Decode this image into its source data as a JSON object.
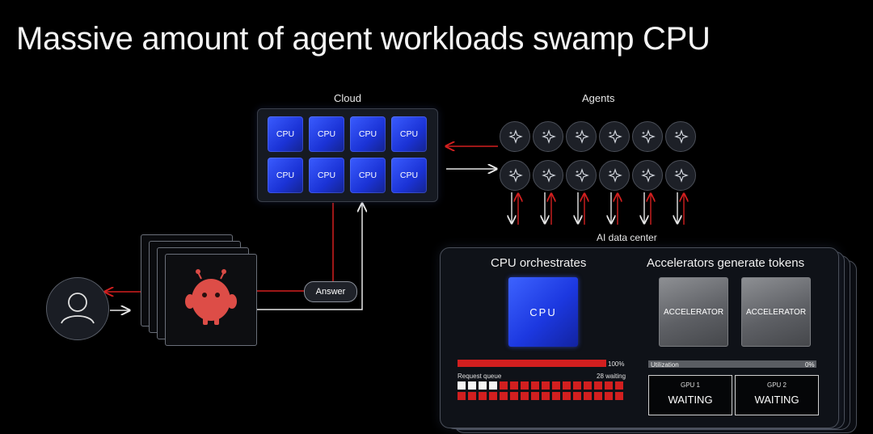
{
  "title": "Massive amount of agent workloads swamp CPU",
  "cloud": {
    "label": "Cloud",
    "chips": [
      "CPU",
      "CPU",
      "CPU",
      "CPU",
      "CPU",
      "CPU",
      "CPU",
      "CPU"
    ]
  },
  "agents": {
    "label": "Agents",
    "count": 12,
    "icon": "sparkle-icon"
  },
  "answer_label": "Answer",
  "bot_icon": "red-bot-icon",
  "user_icon": "user-icon",
  "datacenter": {
    "label": "AI data center",
    "cpu_heading": "CPU orchestrates",
    "cpu_chip": "CPU",
    "cpu_load_label": "100%",
    "cpu_load": 1.0,
    "queue_label": "Request queue",
    "queue_waiting": "28 waiting",
    "queue_total": 32,
    "queue_free": 4,
    "accel_heading": "Accelerators generate tokens",
    "accelerators": [
      "ACCELERATOR",
      "ACCELERATOR"
    ],
    "util_label": "Utilization",
    "util_value": "0%",
    "gpus": [
      {
        "name": "GPU 1",
        "state": "WAITING"
      },
      {
        "name": "GPU 2",
        "state": "WAITING"
      }
    ]
  },
  "colors": {
    "accent_red": "#d21f1f",
    "cpu_blue": "#2340e6",
    "wire_white": "#e6e6e6"
  }
}
